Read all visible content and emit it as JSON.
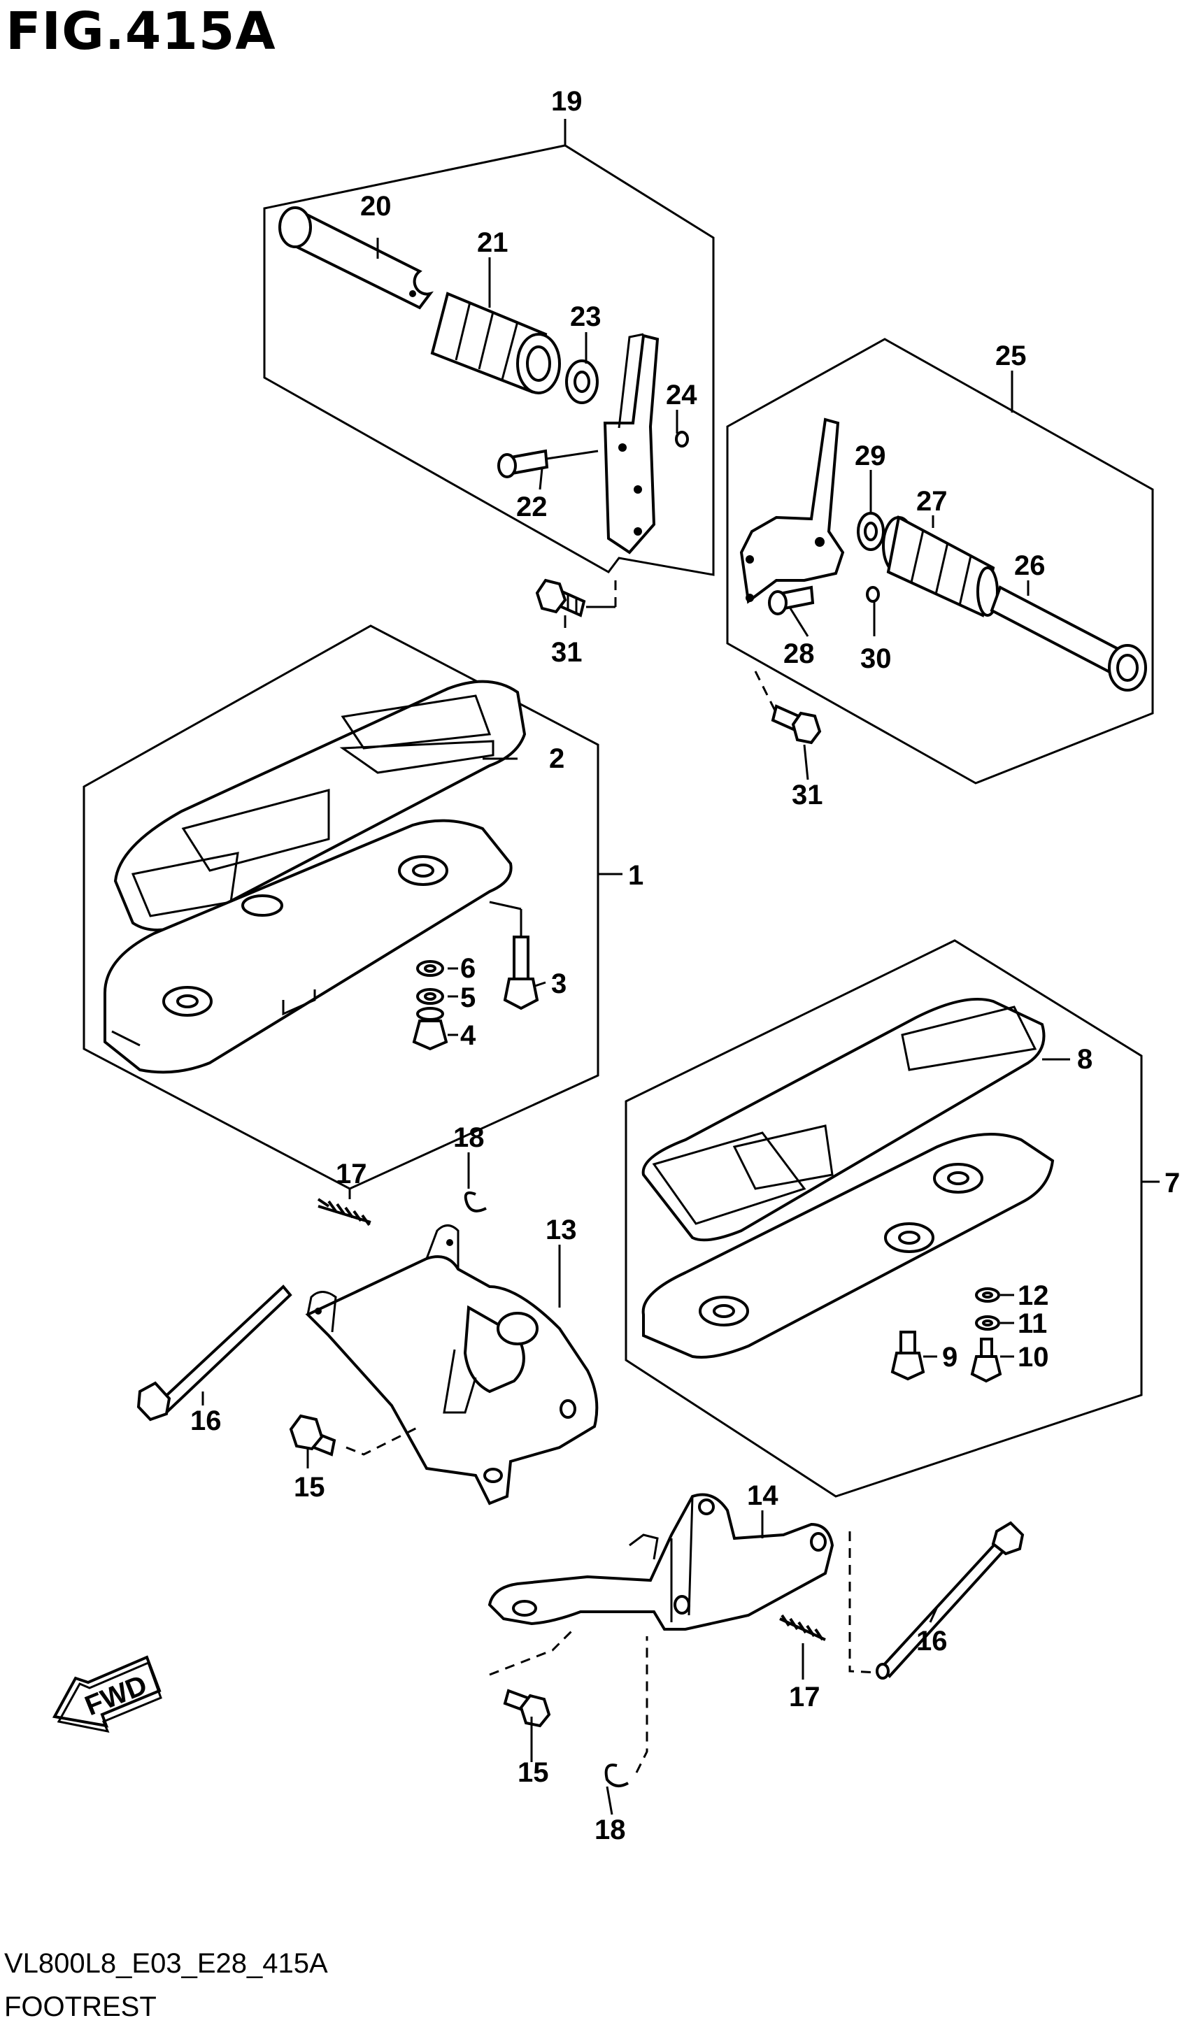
{
  "figure": {
    "title": "FIG.415A",
    "code": "VL800L8_E03_E28_415A",
    "name": "FOOTREST",
    "fwd_label": "FWD"
  },
  "callouts": {
    "c1": "1",
    "c2": "2",
    "c3": "3",
    "c4": "4",
    "c5": "5",
    "c6": "6",
    "c7": "7",
    "c8": "8",
    "c9": "9",
    "c10": "10",
    "c11": "11",
    "c12": "12",
    "c13": "13",
    "c14": "14",
    "c15a": "15",
    "c15b": "15",
    "c16a": "16",
    "c16b": "16",
    "c17a": "17",
    "c17b": "17",
    "c18a": "18",
    "c18b": "18",
    "c19": "19",
    "c20": "20",
    "c21": "21",
    "c22": "22",
    "c23": "23",
    "c24": "24",
    "c25": "25",
    "c26": "26",
    "c27": "27",
    "c28": "28",
    "c29": "29",
    "c30": "30",
    "c31a": "31",
    "c31b": "31"
  },
  "colors": {
    "ink": "#000000",
    "paper": "#ffffff"
  }
}
